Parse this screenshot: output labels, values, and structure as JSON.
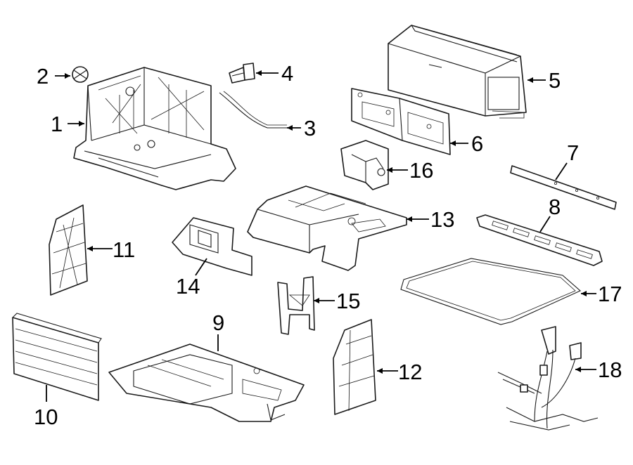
{
  "diagram": {
    "callouts": [
      {
        "id": "1",
        "label": "1"
      },
      {
        "id": "2",
        "label": "2"
      },
      {
        "id": "3",
        "label": "3"
      },
      {
        "id": "4",
        "label": "4"
      },
      {
        "id": "5",
        "label": "5"
      },
      {
        "id": "6",
        "label": "6"
      },
      {
        "id": "7",
        "label": "7"
      },
      {
        "id": "8",
        "label": "8"
      },
      {
        "id": "9",
        "label": "9"
      },
      {
        "id": "10",
        "label": "10"
      },
      {
        "id": "11",
        "label": "11"
      },
      {
        "id": "12",
        "label": "12"
      },
      {
        "id": "13",
        "label": "13"
      },
      {
        "id": "14",
        "label": "14"
      },
      {
        "id": "15",
        "label": "15"
      },
      {
        "id": "16",
        "label": "16"
      },
      {
        "id": "17",
        "label": "17"
      },
      {
        "id": "18",
        "label": "18"
      }
    ],
    "colors": {
      "line": "#1a1a1a",
      "background": "#ffffff"
    }
  }
}
